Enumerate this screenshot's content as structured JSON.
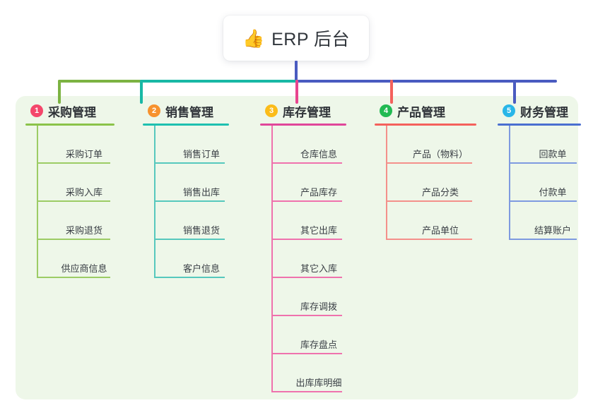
{
  "root": {
    "icon": "thumbs-up-icon",
    "emoji": "👍",
    "title": "ERP 后台"
  },
  "panel": {
    "background_color": "#eef7e9"
  },
  "connectors": {
    "root_stem_color": "#4a5bc0",
    "segments": [
      {
        "color": "#7cb342"
      },
      {
        "color": "#18b8a5"
      },
      {
        "color": "#4a5bc0"
      }
    ],
    "drops": [
      "#7cb342",
      "#18b8a5",
      "#e8458f",
      "#f4615c",
      "#4a5bc0"
    ]
  },
  "columns": [
    {
      "number": "1",
      "title": "采购管理",
      "badge_color": "#f4476b",
      "rule_color": "#8bc34a",
      "line_color": "#9ccc65",
      "items": [
        "采购订单",
        "采购入库",
        "采购退货",
        "供应商信息"
      ]
    },
    {
      "number": "2",
      "title": "销售管理",
      "badge_color": "#f7922e",
      "rule_color": "#1ec0b0",
      "line_color": "#56c8bd",
      "items": [
        "销售订单",
        "销售出库",
        "销售退货",
        "客户信息"
      ]
    },
    {
      "number": "3",
      "title": "库存管理",
      "badge_color": "#fbbc19",
      "rule_color": "#e0469a",
      "line_color": "#ef72ad",
      "items": [
        "仓库信息",
        "产品库存",
        "其它出库",
        "其它入库",
        "库存调拨",
        "库存盘点",
        "出库库明细"
      ]
    },
    {
      "number": "4",
      "title": "产品管理",
      "badge_color": "#21ba52",
      "rule_color": "#f4615c",
      "line_color": "#f4908b",
      "items": [
        "产品（物料）",
        "产品分类",
        "产品单位"
      ]
    },
    {
      "number": "5",
      "title": "财务管理",
      "badge_color": "#29b6e8",
      "rule_color": "#4a6fd0",
      "line_color": "#7e9ae0",
      "items": [
        "回款单",
        "付款单",
        "结算账户"
      ]
    }
  ]
}
